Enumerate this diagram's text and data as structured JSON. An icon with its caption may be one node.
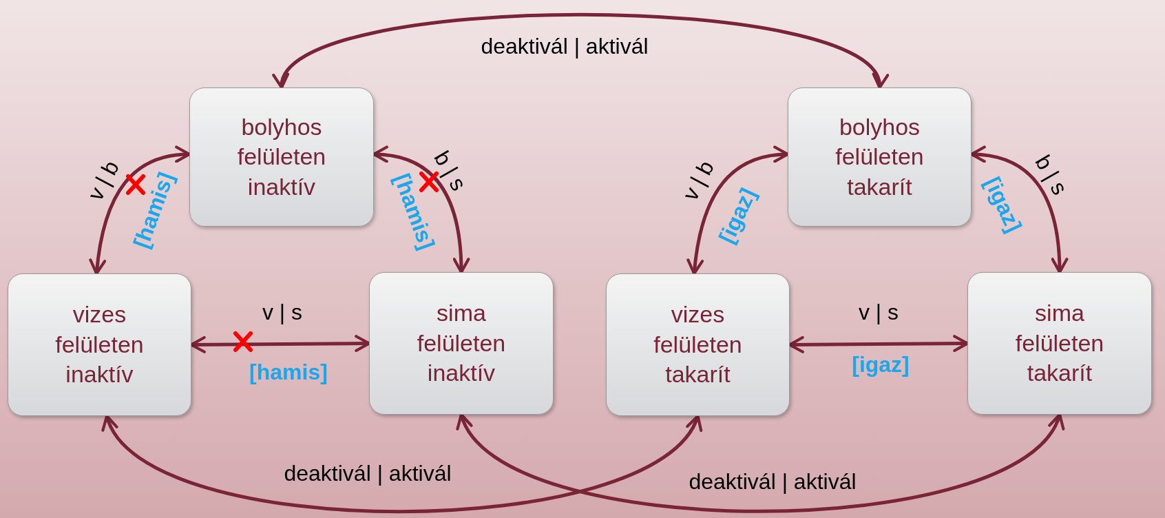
{
  "diagram": {
    "nodes": [
      {
        "text": [
          "bolyhos felületen inaktív"
        ]
      },
      {
        "text": [
          "vizes felületen inaktív"
        ]
      },
      {
        "text": [
          "sima felületen inaktív"
        ]
      },
      {
        "text": [
          "bolyhos felületen takarít"
        ]
      },
      {
        "text": [
          "vizes felületen takarít"
        ]
      },
      {
        "text": [
          "sima felületen takarít"
        ]
      }
    ],
    "edges": [
      {
        "from": 0,
        "to": 3,
        "arrow": "both",
        "label": "deaktivál | aktivál"
      },
      {
        "from": 1,
        "to": 0,
        "arrow": "both",
        "label": "v | b"
      },
      {
        "from": 0,
        "to": 2,
        "arrow": "both",
        "label": "b | s"
      },
      {
        "from": 1,
        "to": 2,
        "arrow": "both",
        "label": "v | s"
      },
      {
        "from": 4,
        "to": 3,
        "arrow": "both",
        "label": "v | b"
      },
      {
        "from": 3,
        "to": 5,
        "arrow": "both",
        "label": "b | s"
      },
      {
        "from": 4,
        "to": 5,
        "arrow": "both",
        "label": "v | s"
      },
      {
        "from": 1,
        "to": 4,
        "arrow": "both",
        "label": "deaktivál | aktivál"
      },
      {
        "from": 2,
        "to": 5,
        "arrow": "both",
        "label": "deaktivál | aktivál"
      }
    ],
    "labels": [
      "[hamis]",
      "[hamis]",
      "[igaz]",
      "[igaz]",
      "[hamis]",
      "[igaz]"
    ]
  }
}
